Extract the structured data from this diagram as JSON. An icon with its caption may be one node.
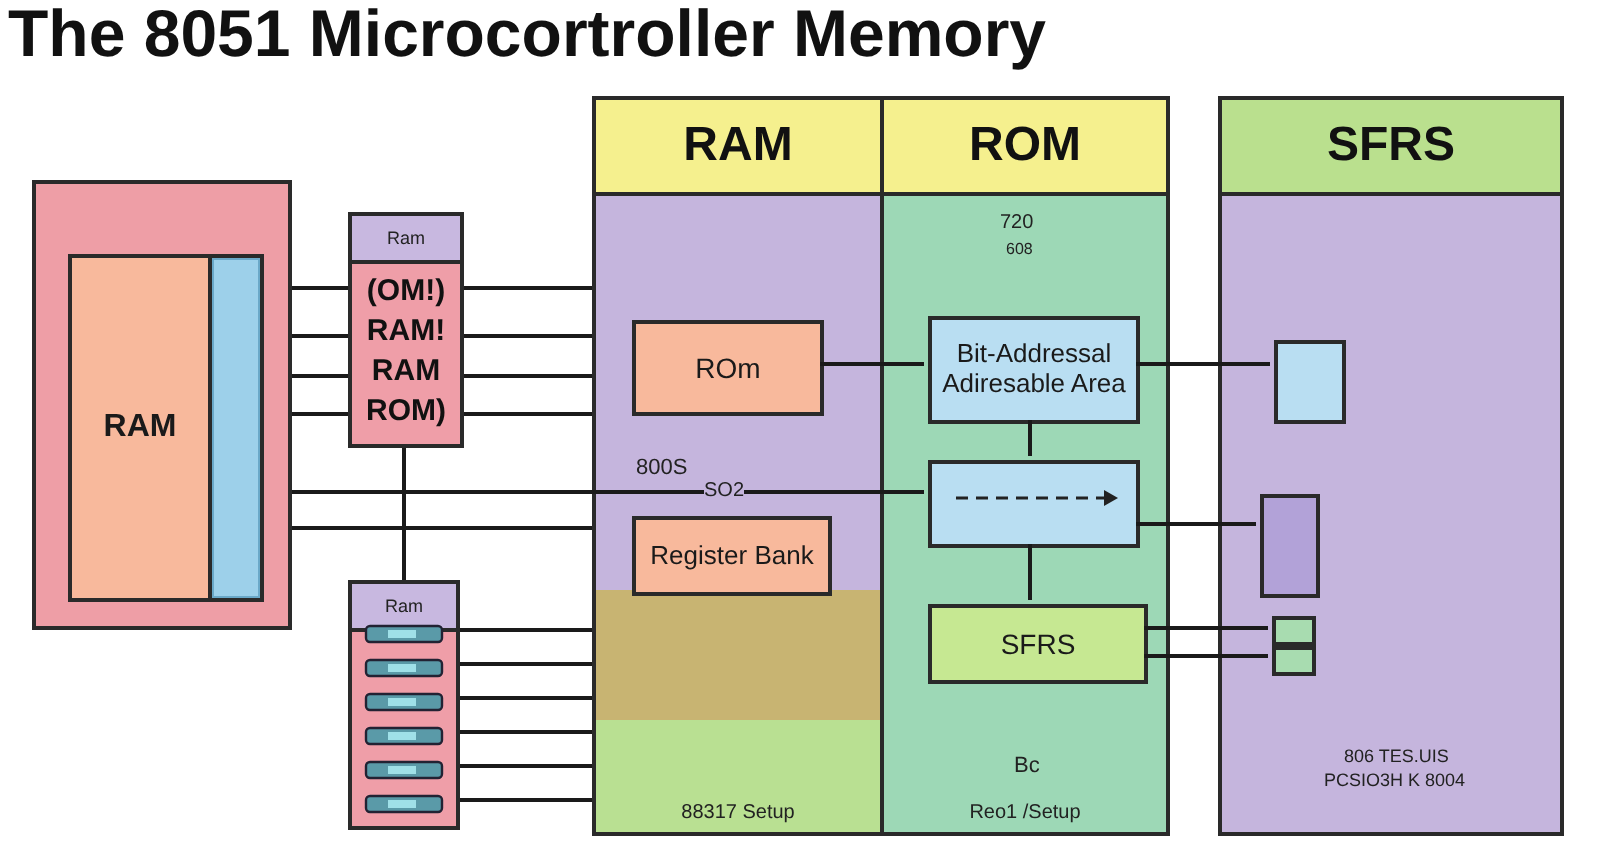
{
  "diagram": {
    "title": "The 8051 Microcortroller Memory",
    "nodes": [
      {
        "text": [],
        "shape": "box"
      },
      {
        "text": [
          "RAM"
        ],
        "in": 0
      },
      {
        "text": [],
        "shape": "bar",
        "in": 0
      },
      {
        "text": [
          "Ram",
          "(OM!)",
          "RAM!",
          "RAM",
          "ROM)"
        ]
      },
      {
        "text": [
          "Ram"
        ]
      },
      {
        "text": [
          "RAM",
          "88317 Setup"
        ]
      },
      {
        "text": [
          "ROM",
          "Reo1 /Setup"
        ]
      },
      {
        "text": [
          "SFRS"
        ]
      },
      {
        "text": [
          "ROm"
        ],
        "in": 5
      },
      {
        "text": [
          "Register Bank"
        ],
        "in": 5
      },
      {
        "text": [
          "Bit-Addressal Adiresable Area"
        ],
        "in": 6
      },
      {
        "text": [],
        "shape": "box",
        "in": 6
      },
      {
        "text": [
          "SFRS"
        ],
        "in": 6
      },
      {
        "text": [],
        "shape": "box",
        "in": 7
      },
      {
        "text": [],
        "shape": "box",
        "in": 7
      },
      {
        "text": [],
        "shape": "box",
        "in": 7
      },
      {
        "text": [],
        "shape": "box",
        "in": 7
      }
    ],
    "edges": [
      {
        "from": 2,
        "to": 3,
        "arrow": "none"
      },
      {
        "from": 2,
        "to": 3,
        "arrow": "none"
      },
      {
        "from": 2,
        "to": 3,
        "arrow": "none"
      },
      {
        "from": 2,
        "to": 3,
        "arrow": "none"
      },
      {
        "from": 3,
        "to": 5,
        "arrow": "none"
      },
      {
        "from": 3,
        "to": 5,
        "arrow": "none"
      },
      {
        "from": 3,
        "to": 5,
        "arrow": "none"
      },
      {
        "from": 3,
        "to": 5,
        "arrow": "none"
      },
      {
        "from": 2,
        "to": 11,
        "arrow": "none",
        "label": "SO2"
      },
      {
        "from": 2,
        "to": 5,
        "arrow": "none"
      },
      {
        "from": 3,
        "to": 4,
        "arrow": "none"
      },
      {
        "from": 8,
        "to": 10,
        "arrow": "none"
      },
      {
        "from": 10,
        "to": 11,
        "arrow": "none"
      },
      {
        "from": 11,
        "to": 12,
        "arrow": "none"
      },
      {
        "from": 10,
        "to": 13,
        "arrow": "none"
      },
      {
        "from": 11,
        "to": 14,
        "arrow": "none"
      },
      {
        "from": 12,
        "to": 15,
        "arrow": "none"
      },
      {
        "from": 12,
        "to": 16,
        "arrow": "none"
      },
      {
        "from": 4,
        "to": 5,
        "arrow": "none"
      },
      {
        "from": 4,
        "to": 5,
        "arrow": "none"
      },
      {
        "from": 4,
        "to": 5,
        "arrow": "none"
      },
      {
        "from": 4,
        "to": 5,
        "arrow": "none"
      },
      {
        "from": 4,
        "to": 5,
        "arrow": "none"
      },
      {
        "from": 4,
        "to": 5,
        "arrow": "none"
      }
    ],
    "labels": [
      "720",
      "608",
      "800S",
      "Bc",
      "806 TES.UIS",
      "PCSIO3H K 8004"
    ]
  }
}
